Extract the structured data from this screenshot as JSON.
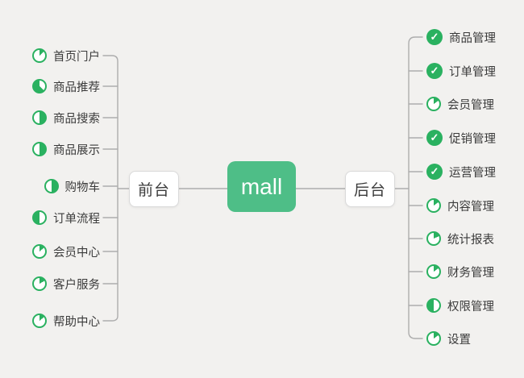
{
  "colors": {
    "background": "#f2f1ef",
    "mall_green": "#4ebe87",
    "icon_green": "#2ab160",
    "line_gray": "#adadad",
    "node_border": "#dadada",
    "node_bg": "#ffffff",
    "text_dark": "#3b3b3b",
    "root_text": "#ffffff"
  },
  "icon_glyphs": {
    "check": "✓"
  },
  "root": {
    "label": "mall"
  },
  "left_branch": {
    "label": "前台",
    "items": [
      {
        "label": "首页门户",
        "icon": {
          "type": "pie",
          "green_start": 0,
          "green_end": 45
        }
      },
      {
        "label": "商品推荐",
        "icon": {
          "type": "pie",
          "green_start": 135,
          "green_end": 360
        }
      },
      {
        "label": "商品搜索",
        "icon": {
          "type": "pie",
          "green_start": 0,
          "green_end": 180
        }
      },
      {
        "label": "商品展示",
        "icon": {
          "type": "pie",
          "green_start": 0,
          "green_end": 180
        }
      },
      {
        "label": "购物车",
        "icon": {
          "type": "pie",
          "green_start": 0,
          "green_end": 180
        }
      },
      {
        "label": "订单流程",
        "icon": {
          "type": "pie",
          "green_start": 180,
          "green_end": 360
        }
      },
      {
        "label": "会员中心",
        "icon": {
          "type": "pie",
          "green_start": 0,
          "green_end": 50
        }
      },
      {
        "label": "客户服务",
        "icon": {
          "type": "pie",
          "green_start": 0,
          "green_end": 60
        }
      },
      {
        "label": "帮助中心",
        "icon": {
          "type": "pie",
          "green_start": 0,
          "green_end": 50
        }
      }
    ]
  },
  "right_branch": {
    "label": "后台",
    "items": [
      {
        "label": "商品管理",
        "icon": {
          "type": "check"
        }
      },
      {
        "label": "订单管理",
        "icon": {
          "type": "check"
        }
      },
      {
        "label": "会员管理",
        "icon": {
          "type": "pie",
          "green_start": 0,
          "green_end": 55
        }
      },
      {
        "label": "促销管理",
        "icon": {
          "type": "check"
        }
      },
      {
        "label": "运营管理",
        "icon": {
          "type": "check"
        }
      },
      {
        "label": "内容管理",
        "icon": {
          "type": "pie",
          "green_start": 0,
          "green_end": 55
        }
      },
      {
        "label": "统计报表",
        "icon": {
          "type": "pie",
          "green_start": 0,
          "green_end": 65
        }
      },
      {
        "label": "财务管理",
        "icon": {
          "type": "pie",
          "green_start": 0,
          "green_end": 55
        }
      },
      {
        "label": "权限管理",
        "icon": {
          "type": "pie",
          "green_start": 180,
          "green_end": 360
        }
      },
      {
        "label": "设置",
        "icon": {
          "type": "pie",
          "green_start": 0,
          "green_end": 55
        }
      }
    ]
  }
}
